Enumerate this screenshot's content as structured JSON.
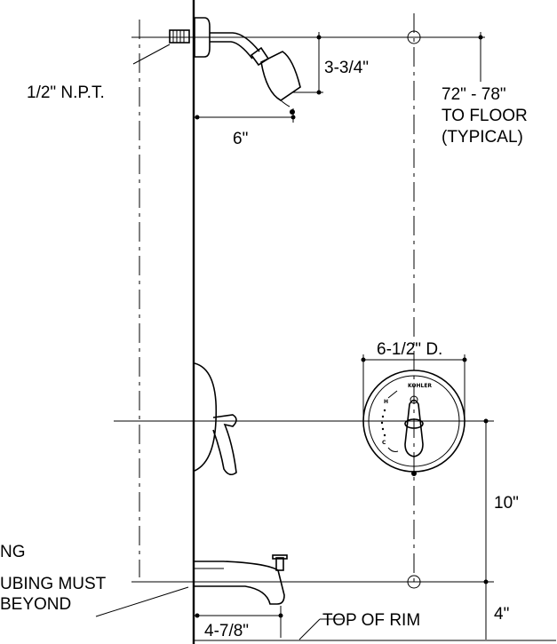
{
  "labels": {
    "thread": "1/2\" N.P.T.",
    "drop": "3-3/4\"",
    "arm_reach": "6\"",
    "height_line1": "72\" - 78\"",
    "height_line2": "TO FLOOR",
    "height_line3": "(TYPICAL)",
    "trim_diameter": "6-1/2\" D.",
    "valve_to_spout": "10\"",
    "spout_to_rim": "4\"",
    "spout_reach": "4-7/8\"",
    "top_of_rim": "TOP OF RIM",
    "note_line1": "NG",
    "note_line2": "UBING MUST",
    "note_line3": "BEYOND"
  },
  "handle": {
    "brand": "KOHLER",
    "hot": "H",
    "cold": "C"
  }
}
